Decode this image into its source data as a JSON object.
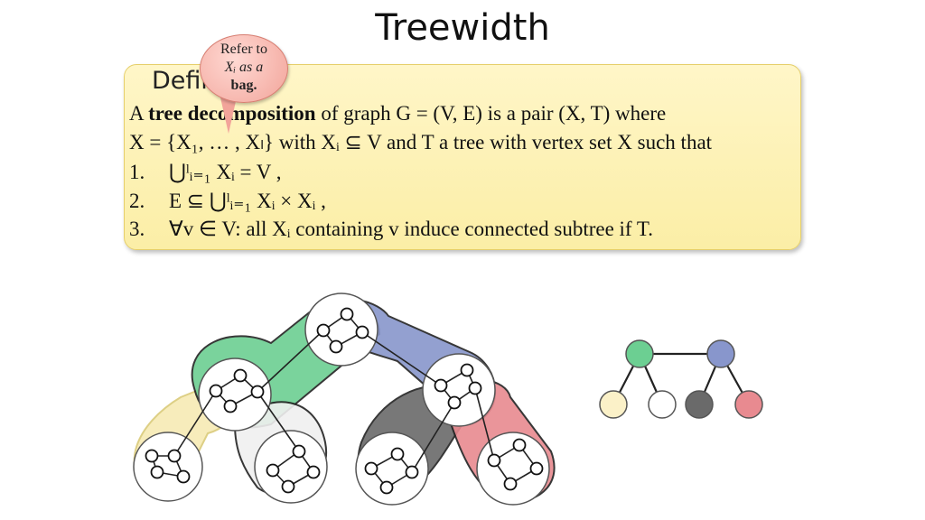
{
  "title": "Treewidth",
  "definition": {
    "heading": "Definition",
    "line1_pre": "A ",
    "line1_bold": "tree decomposition",
    "line1_rest": " of graph G = (V, E) is a pair (X, T) where",
    "line2": "X = {X₁, … , Xₗ} with Xᵢ ⊆ V and T a tree with vertex set X such that",
    "items": [
      {
        "num": "1.",
        "text": "⋃ˡᵢ₌₁ Xᵢ = V ,"
      },
      {
        "num": "2.",
        "text": "E ⊆ ⋃ˡᵢ₌₁ Xᵢ × Xᵢ ,"
      },
      {
        "num": "3.",
        "text": "∀v ∈ V: all Xᵢ containing v induce connected subtree if T."
      }
    ]
  },
  "callout": {
    "line1": "Refer to",
    "line2": "Xᵢ as a",
    "line3": "bag."
  },
  "colors": {
    "green": "#6ccf92",
    "blue": "#8896cc",
    "yellow": "#fbf1c8",
    "grey_light": "#f4f4f4",
    "grey_dark": "#6a6a6a",
    "red": "#e88a90"
  }
}
